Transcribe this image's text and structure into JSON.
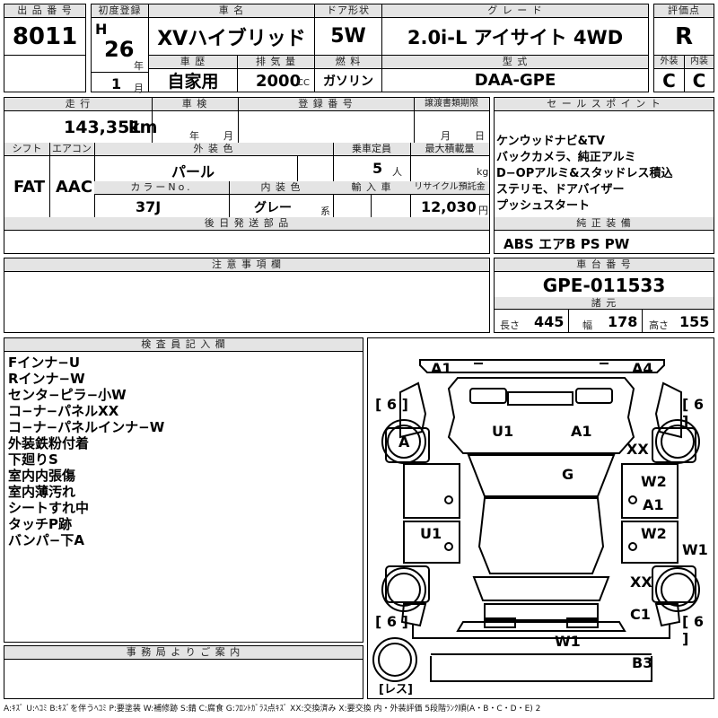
{
  "header": {
    "lot_label": "出 品 番 号",
    "lot_no": "8011",
    "first_reg_label": "初度登録",
    "era": "H",
    "year": "26",
    "year_unit": "年",
    "month": "1",
    "month_unit": "月",
    "car_name_label": "車 名",
    "car_name": "XVハイブリッド",
    "door_label": "ドア形状",
    "door": "5W",
    "grade_label": "グ レ ー ド",
    "grade": "2.0i-L アイサイト 4WD",
    "score_label": "評価点",
    "score": "R",
    "history_label": "車 歴",
    "history": "自家用",
    "displacement_label": "排 気 量",
    "displacement": "2000",
    "displacement_unit": "CC",
    "fuel_label": "燃 料",
    "fuel": "ガソリン",
    "model_label": "型 式",
    "model": "DAA-GPE",
    "exterior_label": "外装",
    "exterior": "C",
    "interior_label": "内装",
    "interior": "C"
  },
  "details": {
    "mileage_label": "走 行",
    "mileage": "143,351",
    "mileage_unit": "km",
    "inspection_label": "車 検",
    "inspection_year_unit": "年",
    "inspection_month_unit": "月",
    "reg_no_label": "登 録 番 号",
    "transfer_label": "譲渡書類期限",
    "transfer_month_unit": "月",
    "transfer_day_unit": "日",
    "shift_label": "シフト",
    "shift": "FAT",
    "ac_label": "エアコン",
    "ac": "AAC",
    "color_label": "外 装 色",
    "color": "パール",
    "capacity_label": "乗車定員",
    "capacity": "5",
    "capacity_unit": "人",
    "load_label": "最大積載量",
    "load_unit": "kg",
    "color_no_label": "カラーNo.",
    "color_no": "37J",
    "interior_color_label": "内 装 色",
    "interior_color": "グレー",
    "interior_color_unit": "系",
    "import_label": "輸 入 車",
    "recycle_label": "リサイクル預託金",
    "recycle": "12,030",
    "recycle_unit": "円",
    "later_parts_label": "後 日 発 送 部 品",
    "notes_label": "注 意 事 項 欄"
  },
  "sales": {
    "label": "セ ー ル ス ポ イ ン ト",
    "lines": [
      "ケンウッドナビ&TV",
      "バックカメラ、純正アルミ",
      "D−OPアルミ&スタッドレス積込",
      "ステリモ、ドアバイザー",
      "プッシュスタート"
    ]
  },
  "equipment": {
    "label": "純 正 装 備",
    "value": "ABS エアB PS PW"
  },
  "chassis": {
    "label": "車 台 番 号",
    "value": "GPE-011533",
    "dims_label": "諸 元",
    "length_label": "長さ",
    "length": "445",
    "width_label": "幅",
    "width": "178",
    "height_label": "高さ",
    "height": "155"
  },
  "inspector": {
    "label": "検 査 員 記 入 欄",
    "lines": [
      "Fインナ−U",
      "Rインナ−W",
      "センタ−ピラ−小W",
      "コ−ナ−パネルXX",
      "コ−ナ−パネルインナ−W",
      "外装鉄粉付着",
      "下廻りS",
      "室内内張傷",
      "室内薄汚れ",
      "シートすれ中",
      "タッチP跡",
      "バンパ−下A"
    ]
  },
  "office": {
    "label": "事 務 局 よ り ご 案 内"
  },
  "map": {
    "tire_fl": "[ 6 ]",
    "tire_fr": "[ 6 ]",
    "tire_rl": "[ 6 ]",
    "tire_rr": "[ 6 ]",
    "spare": "[レス]",
    "marks": {
      "a1_front": "A1",
      "a4_front": "A4",
      "u1_hood": "U1",
      "a1_hood": "A1",
      "a_left_wheel": "A",
      "xx_right_front": "XX",
      "g_windshield": "G",
      "w2_right_front_door": "W2",
      "a1_right_front_door": "A1",
      "u1_left_rear_door": "U1",
      "w2_right_rear_door": "W2",
      "w1_right_side": "W1",
      "xx_right_rear": "XX",
      "c1_right_rear": "C1",
      "w1_rear": "W1",
      "b3_rear": "B3"
    }
  },
  "legend": "A:ｷｽﾞ U:ﾍｺﾐ B:ｷｽﾞを伴うﾍｺﾐ P:要塗装 W:補修跡 S:錆 C:腐食 G:ﾌﾛﾝﾄｶﾞﾗｽ点ｷｽﾞ XX:交換済み X:要交換 内・外装評価 5段階ﾗﾝｸ順(A・B・C・D・E) 2"
}
